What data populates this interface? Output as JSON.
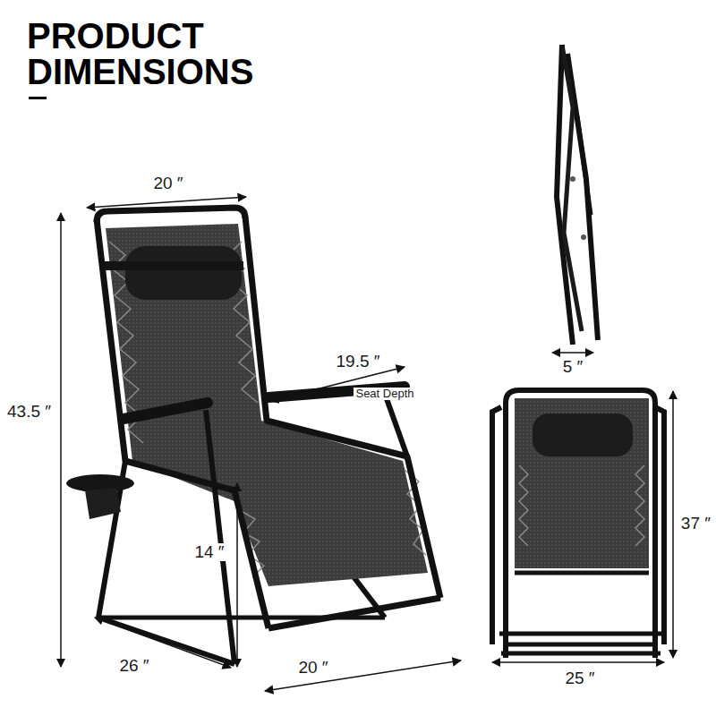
{
  "diagram": {
    "title": "PRODUCT DIMENSIONS",
    "labels": [
      "20 ″",
      "43.5 ″",
      "19.5 ″",
      "Seat Depth",
      "14 ″",
      "26 ″",
      "20 ″",
      "5 ″",
      "37 ″",
      "25 ″"
    ]
  }
}
